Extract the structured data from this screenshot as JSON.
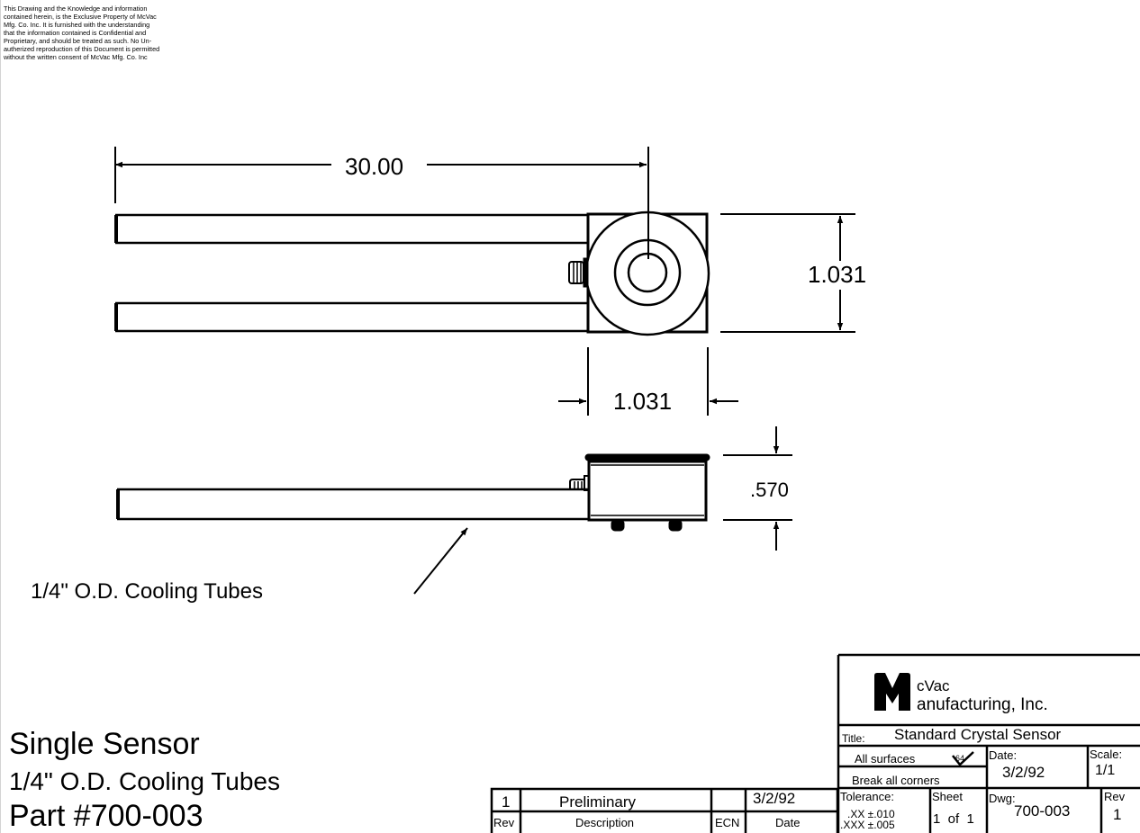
{
  "notice": {
    "lines": [
      "This Drawing and the Knowledge and information",
      "contained herein, is the Exclusive Property of McVac",
      "Mfg. Co. Inc. It is furnished with the understanding",
      "that the information contained is Confidential and",
      "Proprietary, and should be treated as such. No Un-",
      "autherized reproduction of this Document is permitted",
      "without the written consent of McVac Mfg. Co. Inc"
    ]
  },
  "dimensions": {
    "length": "30.00",
    "height_top": "1.031",
    "width_top": "1.031",
    "height_side": ".570"
  },
  "callout": "1/4\" O.D. Cooling Tubes",
  "heading": {
    "line1": "Single Sensor",
    "line2": "1/4\" O.D. Cooling Tubes",
    "line3": "Part #700-003"
  },
  "revision_table": {
    "row": {
      "rev": "1",
      "description": "Preliminary",
      "ecn": "",
      "date": "3/2/92"
    },
    "headers": {
      "rev": "Rev",
      "description": "Description",
      "ecn": "ECN",
      "date": "Date"
    }
  },
  "title_block": {
    "logo_letter": "M",
    "company_line1": "cVac",
    "company_line2": "anufacturing, Inc.",
    "title_label": "Title:",
    "title": "Standard Crystal Sensor",
    "surfaces": "All surfaces",
    "finish": "64",
    "break_corners": "Break all corners",
    "date_label": "Date:",
    "date": "3/2/92",
    "scale_label": "Scale:",
    "scale": "1/1",
    "tolerance_label": "Tolerance:",
    "tol_xx": ".XX  ±.010",
    "tol_xxx": ".XXX  ±.005",
    "sheet_label": "Sheet",
    "sheet": "1  of  1",
    "dwg_label": "Dwg:",
    "dwg": "700-003",
    "rev_label": "Rev",
    "rev": "1"
  }
}
